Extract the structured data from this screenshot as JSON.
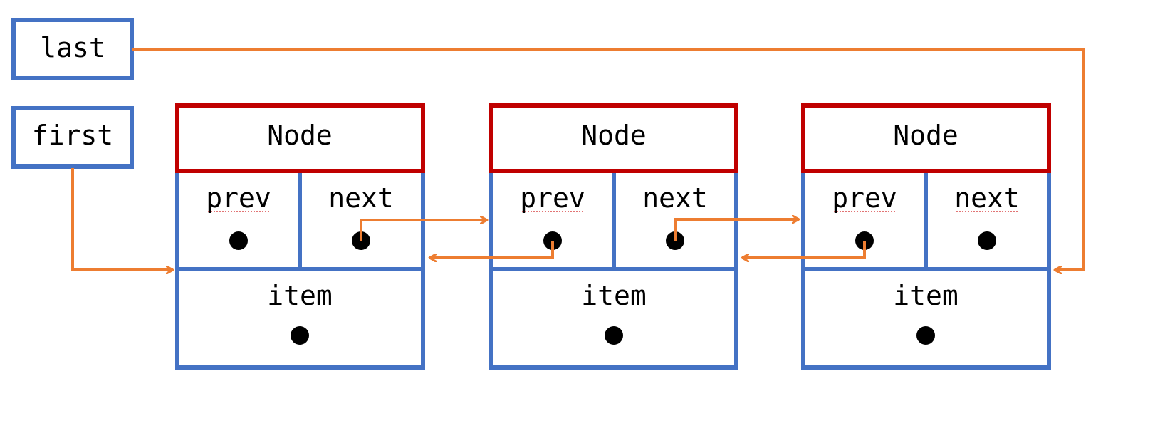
{
  "colors": {
    "field_border": "#4472c4",
    "node_header_border": "#c00000",
    "arrow": "#ed7d31",
    "dot": "#000000",
    "text": "#000000"
  },
  "pointers": {
    "last": "last",
    "first": "first"
  },
  "nodes": [
    {
      "header": "Node",
      "prev": "prev",
      "next": "next",
      "item": "item"
    },
    {
      "header": "Node",
      "prev": "prev",
      "next": "next",
      "item": "item"
    },
    {
      "header": "Node",
      "prev": "prev",
      "next": "next",
      "item": "item"
    }
  ]
}
